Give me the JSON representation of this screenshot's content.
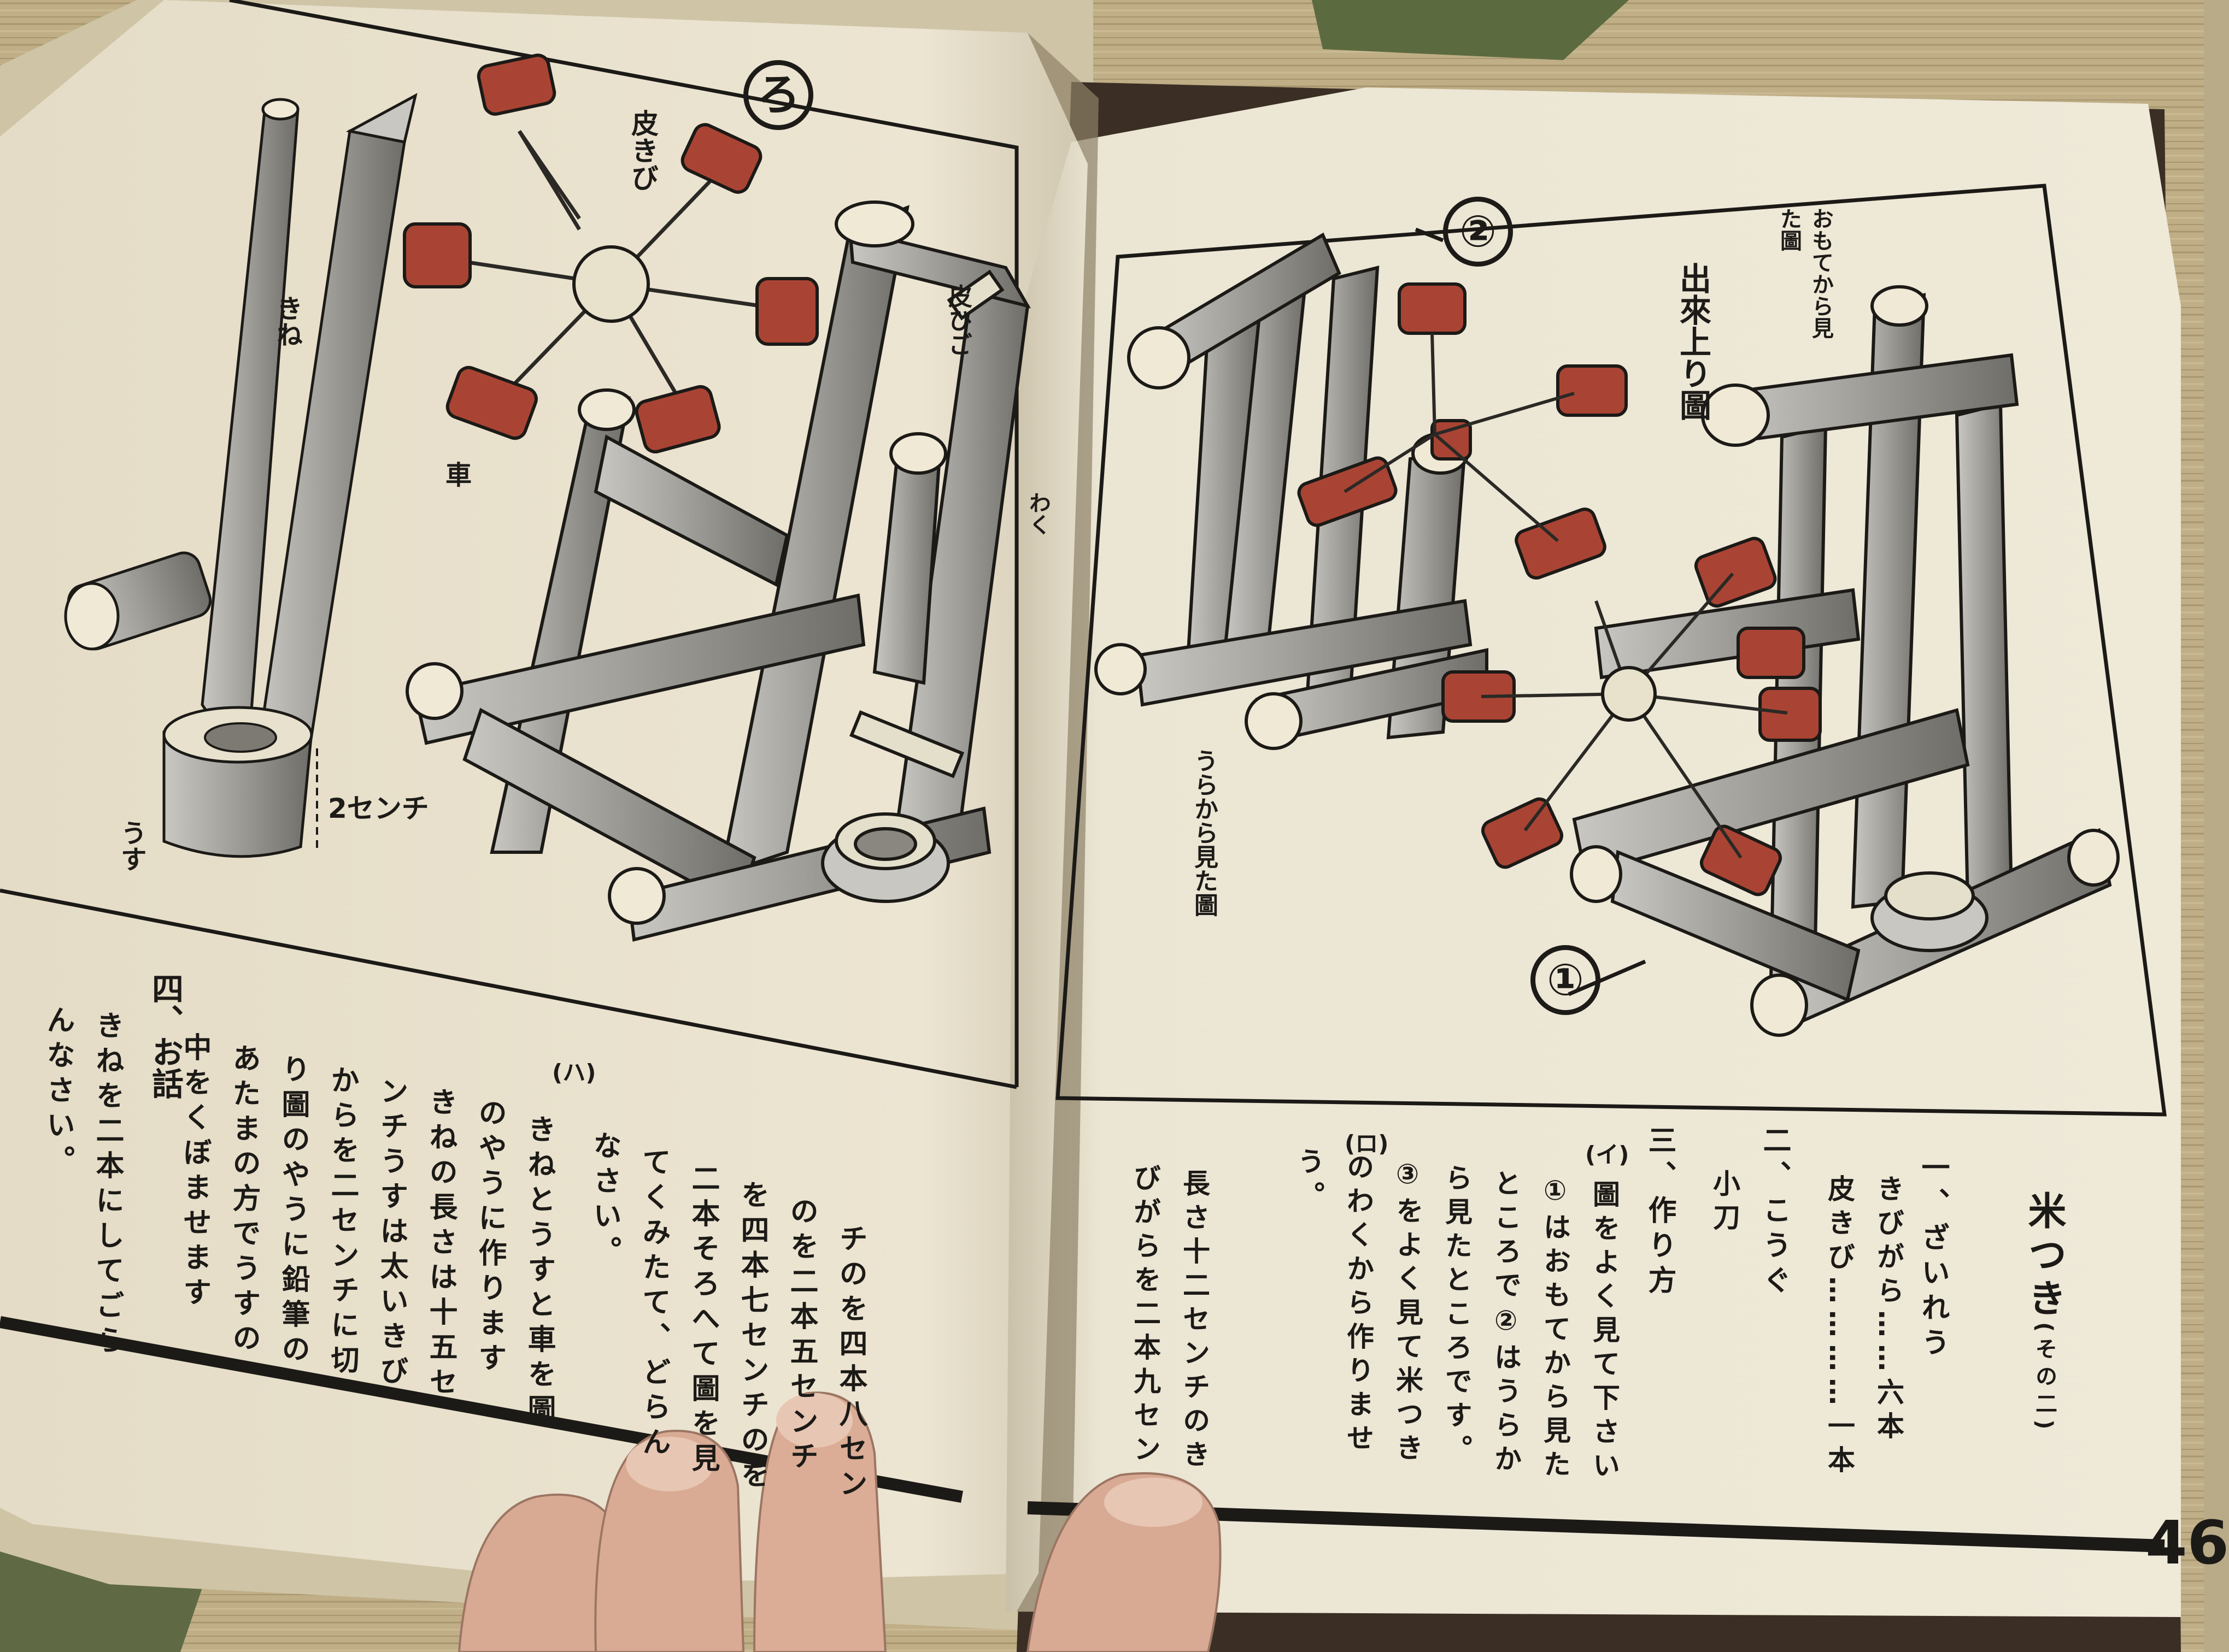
{
  "page_number": "46",
  "left_page": {
    "figure_number": "ろ",
    "labels": {
      "kine": "きね",
      "usu": "うす",
      "kawakibi": "皮きび",
      "kuruma": "車",
      "kawahimo": "皮ひご",
      "waku": "わく",
      "two_cm": "2センチ"
    },
    "section_ha": "(ハ)",
    "columns": [
      "チのを四本八セン",
      "のを二本五センチ",
      "を四本七センチのを",
      "二本そろへて圖を見",
      "てくみたて、どらん",
      "なさい。",
      "きねとうすと車を圖",
      "のやうに作ります",
      "きねの長さは十五セ",
      "ンチうすは太いきび",
      "からを二センチに切",
      "り圖のやうに鉛筆の",
      "あたまの方でうすの",
      "中をくぼませます"
    ],
    "section_four_title": "四、お話",
    "section_four_lines": [
      "きねを二本にしてごら",
      "んなさい。"
    ]
  },
  "right_page": {
    "figure_two": "②",
    "figure_one": "①",
    "top_caption_small": "おもてから見た圖",
    "top_caption_big": "出來上り圖",
    "back_caption": "うらから見た圖",
    "title": "米つき",
    "title_sub": "(その二)",
    "material_heading": "一、ざいれう",
    "materials": [
      "きびがら……六本",
      "皮きび…………一本"
    ],
    "tools_heading": "二、こうぐ",
    "tools": "小刀",
    "method_heading": "三、作り方",
    "section_i": "(イ)",
    "section_i_lines": [
      "圖をよく見て下さい",
      "①はおもてから見た",
      "ところで②はうらか",
      "ら見たところです。",
      "③をよく見て米つき",
      "のわくから作りませ",
      "う。"
    ],
    "section_ro": "(ロ)",
    "section_ro_lines": [
      "長さ十二センチのき",
      "びがらを二本九セン"
    ]
  },
  "colors": {
    "paper": "#ece6d4",
    "ink": "#1c1a17",
    "stick_gray": "#9c9a95",
    "red_piece": "#a94434",
    "tatami": "#bfae86",
    "skin": "#d8aa93"
  }
}
